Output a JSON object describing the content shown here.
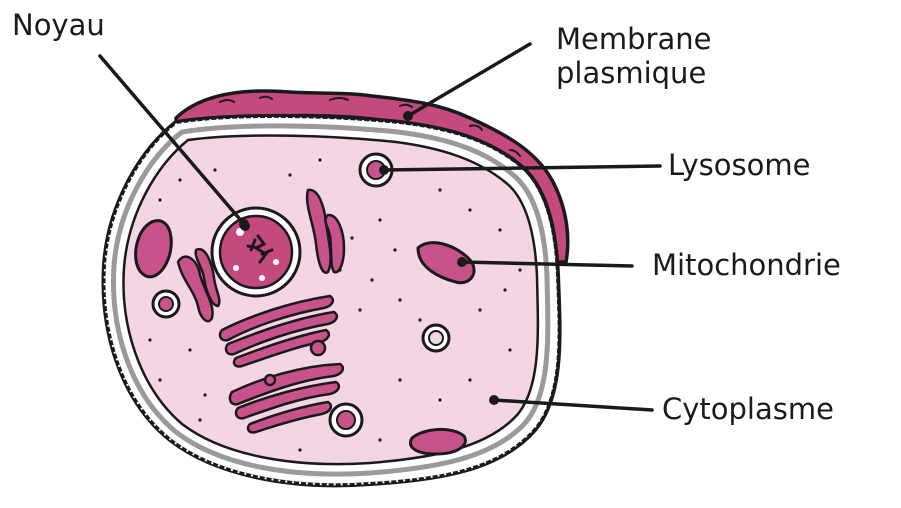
{
  "labels": {
    "nucleus": "Noyau",
    "membrane_line1": "Membrane",
    "membrane_line2": "plasmique",
    "lysosome": "Lysosome",
    "mitochondria": "Mitochondrie",
    "cytoplasm": "Cytoplasme"
  },
  "colors": {
    "cytoplasm_fill": "#f4d5e3",
    "membrane_top": "#c44a7e",
    "organelle": "#c8538a",
    "organelle_dark": "#a53a6c",
    "outline": "#1a1a1a",
    "membrane_gray": "#9a9a9a"
  }
}
